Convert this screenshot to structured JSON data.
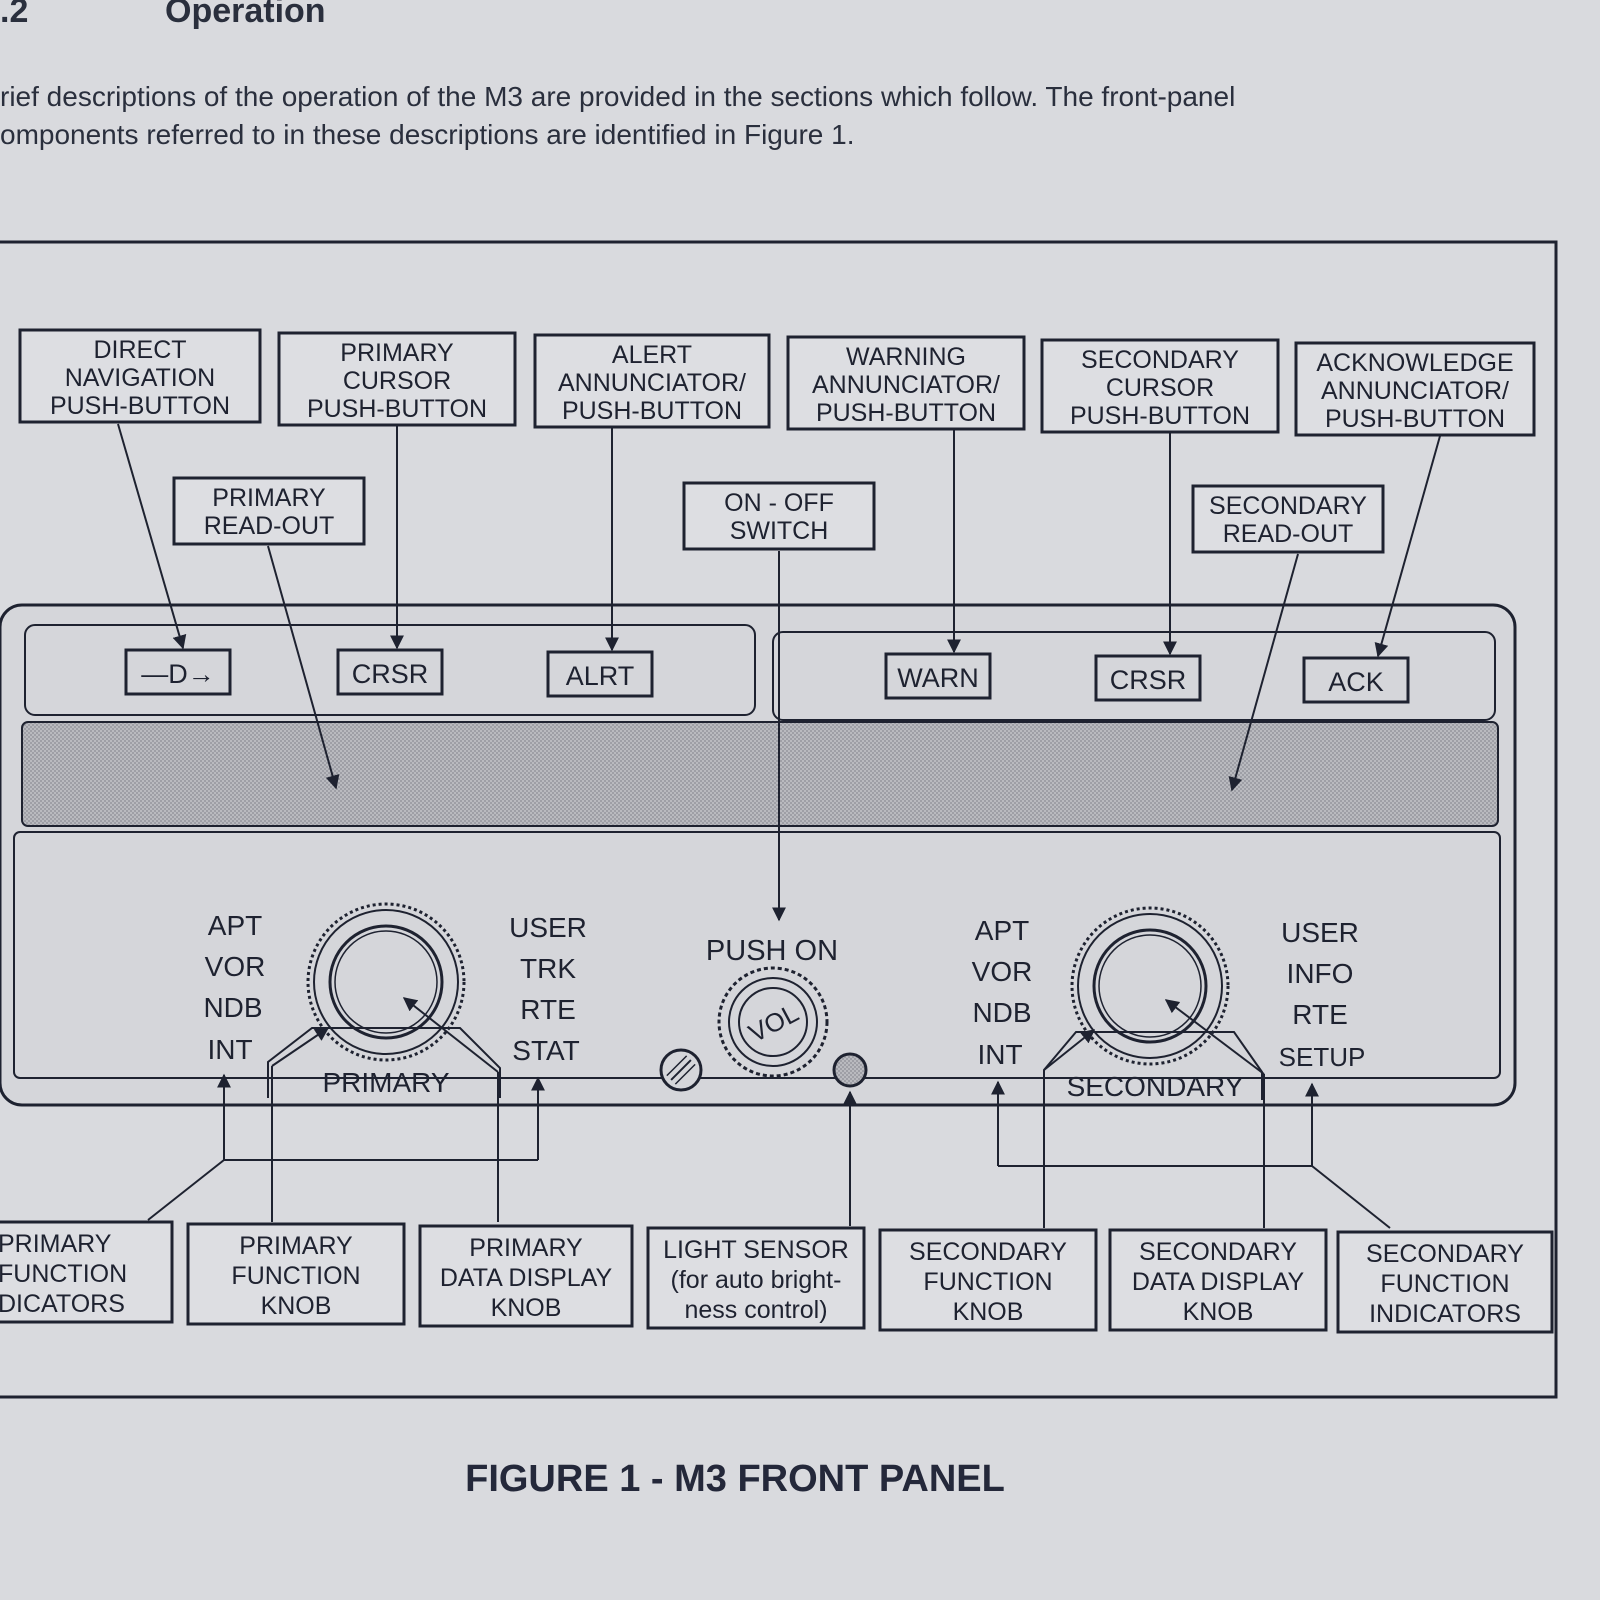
{
  "section": {
    "number": ".2",
    "title": "Operation"
  },
  "intro": {
    "line1": "rief descriptions of the operation of the M3 are provided in the sections which follow.  The front-panel",
    "line2": "omponents referred to in these descriptions are identified in Figure 1."
  },
  "callouts_top": {
    "direct_nav": [
      "DIRECT",
      "NAVIGATION",
      "PUSH-BUTTON"
    ],
    "primary_cursor": [
      "PRIMARY",
      "CURSOR",
      "PUSH-BUTTON"
    ],
    "alert": [
      "ALERT",
      "ANNUNCIATOR/",
      "PUSH-BUTTON"
    ],
    "warning": [
      "WARNING",
      "ANNUNCIATOR/",
      "PUSH-BUTTON"
    ],
    "secondary_cursor": [
      "SECONDARY",
      "CURSOR",
      "PUSH-BUTTON"
    ],
    "acknowledge": [
      "ACKNOWLEDGE",
      "ANNUNCIATOR/",
      "PUSH-BUTTON"
    ]
  },
  "callouts_mid": {
    "primary_readout": [
      "PRIMARY",
      "READ-OUT"
    ],
    "on_off": [
      "ON - OFF",
      "SWITCH"
    ],
    "secondary_readout": [
      "SECONDARY",
      "READ-OUT"
    ]
  },
  "buttons": {
    "direct": "—D→",
    "crsr_primary": "CRSR",
    "alrt": "ALRT",
    "warn": "WARN",
    "crsr_secondary": "CRSR",
    "ack": "ACK"
  },
  "primary_functions_left": [
    "APT",
    "VOR",
    "NDB",
    "INT"
  ],
  "primary_functions_right": [
    "USER",
    "TRK",
    "RTE",
    "STAT"
  ],
  "primary_knob_label": "PRIMARY",
  "secondary_functions_left": [
    "APT",
    "VOR",
    "NDB",
    "INT"
  ],
  "secondary_functions_right": [
    "USER",
    "INFO",
    "RTE",
    "SETUP"
  ],
  "secondary_knob_label": "SECONDARY",
  "push_on": "PUSH  ON",
  "vol": "VOL",
  "callouts_bottom": {
    "primary_fn_ind": [
      "PRIMARY",
      "FUNCTION",
      "DICATORS"
    ],
    "primary_fn_knob": [
      "PRIMARY",
      "FUNCTION",
      "KNOB"
    ],
    "primary_dd_knob": [
      "PRIMARY",
      "DATA DISPLAY",
      "KNOB"
    ],
    "light_sensor": [
      "LIGHT SENSOR",
      "(for auto bright-",
      "ness control)"
    ],
    "secondary_fn_knob": [
      "SECONDARY",
      "FUNCTION",
      "KNOB"
    ],
    "secondary_dd_knob": [
      "SECONDARY",
      "DATA DISPLAY",
      "KNOB"
    ],
    "secondary_fn_ind": [
      "SECONDARY",
      "FUNCTION",
      "INDICATORS"
    ]
  },
  "caption": "FIGURE 1 - M3 FRONT PANEL"
}
